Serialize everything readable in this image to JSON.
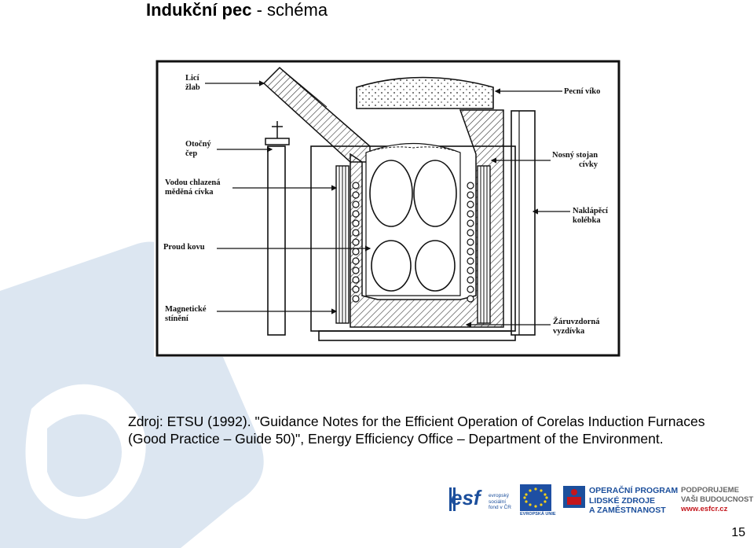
{
  "header": {
    "title_bold": "Indukční pec",
    "title_rest": " - schéma"
  },
  "diagram": {
    "labels": {
      "lici_zlab": "Licí\nžlab",
      "otocny_cep": "Otočný\nčep",
      "chlazena_civka": "Vodou chlazená\nměděná cívka",
      "proud_kovu": "Proud kovu",
      "magneticke_stineni": "Magnetické\nstínění",
      "pecni_viko": "Pecní víko",
      "nosny_stojan": "Nosný stojan\ncívky",
      "naklapeci_koleba": "Naklápěcí\nkolébka",
      "zaruvzdorna_vyzdivka": "Žáruvzdorná\nvyzdívka"
    }
  },
  "source": {
    "text": "Zdroj: ETSU (1992). \"Guidance Notes for the Efficient Operation of Corelas Induction Furnaces (Good Practice – Guide 50)\", Energy Efficiency Office – Department of the Environment."
  },
  "footer": {
    "esf_logo_text": "esf",
    "esf_caption": "evropský\nsociální\nfond v ČR",
    "eu_caption": "EVROPSKÁ UNIE",
    "op_text": "OPERAČNÍ PROGRAM\nLIDSKÉ ZDROJE\nA ZAMĚSTNANOST",
    "support_line1": "PODPORUJEME",
    "support_line2": "VAŠI BUDOUCNOST",
    "support_url": "www.esfcr.cz",
    "page_number": "15"
  },
  "colors": {
    "bg_shape": "#dce6f1",
    "esf_blue": "#1c4f9c",
    "eu_blue": "#1e4fa3",
    "eu_star": "#f7d117",
    "red_accent": "#c4161c"
  }
}
